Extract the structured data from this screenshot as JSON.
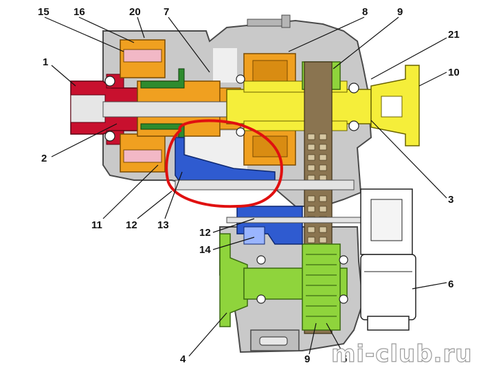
{
  "diagram": {
    "watermark": "mi-club.ru",
    "callouts": [
      {
        "id": "c15",
        "label": "15"
      },
      {
        "id": "c16",
        "label": "16"
      },
      {
        "id": "c20",
        "label": "20"
      },
      {
        "id": "c7",
        "label": "7"
      },
      {
        "id": "c8",
        "label": "8"
      },
      {
        "id": "c9-top",
        "label": "9"
      },
      {
        "id": "c21",
        "label": "21"
      },
      {
        "id": "c10",
        "label": "10"
      },
      {
        "id": "c1",
        "label": "1"
      },
      {
        "id": "c2",
        "label": "2"
      },
      {
        "id": "c3",
        "label": "3"
      },
      {
        "id": "c11",
        "label": "11"
      },
      {
        "id": "c12-a",
        "label": "12"
      },
      {
        "id": "c13",
        "label": "13"
      },
      {
        "id": "c12-b",
        "label": "12"
      },
      {
        "id": "c14",
        "label": "14"
      },
      {
        "id": "c6",
        "label": "6"
      },
      {
        "id": "c4",
        "label": "4"
      },
      {
        "id": "c9-bottom",
        "label": "9"
      },
      {
        "id": "c5",
        "label": "5"
      }
    ],
    "colors": {
      "housing": "#c9c9c9",
      "housing_outline": "#4a4a4a",
      "input_shaft": "#c8102e",
      "planetary": "#f0a020",
      "rear_output": "#f5ee3a",
      "front_output": "#8fd43c",
      "shift_fork": "#2f5bd0",
      "ring_gear": "#f2b8c6",
      "chain": "#6b5a3a",
      "highlight_circle": "#e01010",
      "green_parts": "#2e8b2e"
    }
  }
}
